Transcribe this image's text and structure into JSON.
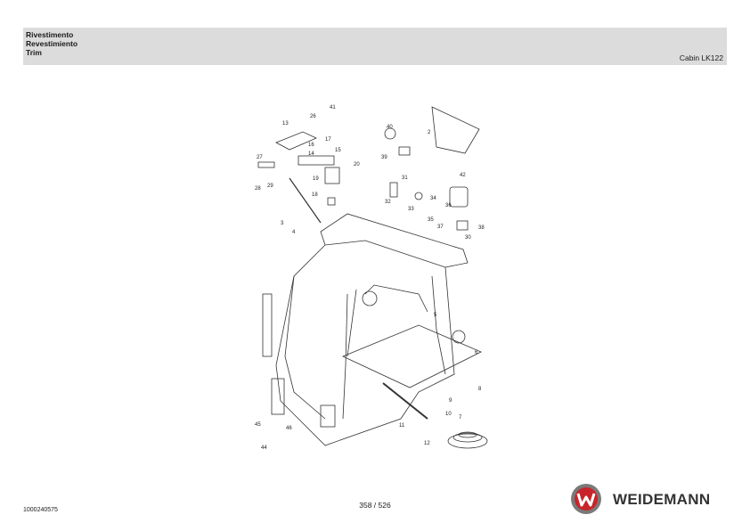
{
  "header": {
    "title_it": "Rivestimento",
    "title_es": "Revestimiento",
    "title_en": "Trim",
    "model": "Cabin LK122"
  },
  "drawing": {
    "part_numbers": [
      "2",
      "3",
      "4",
      "5",
      "6",
      "7",
      "8",
      "9",
      "10",
      "11",
      "12",
      "13",
      "14",
      "15",
      "16",
      "17",
      "18",
      "19",
      "20",
      "26",
      "27",
      "28",
      "29",
      "30",
      "31",
      "32",
      "33",
      "34",
      "35",
      "36",
      "37",
      "38",
      "39",
      "40",
      "41",
      "42",
      "44",
      "45",
      "46"
    ]
  },
  "footer": {
    "document_number": "1000240575",
    "page": "358 / 526",
    "brand": "WEIDEMANN"
  },
  "colors": {
    "header_bg": "#dcdcdc",
    "logo_red": "#c8242b",
    "logo_gray": "#7a7a7a"
  }
}
